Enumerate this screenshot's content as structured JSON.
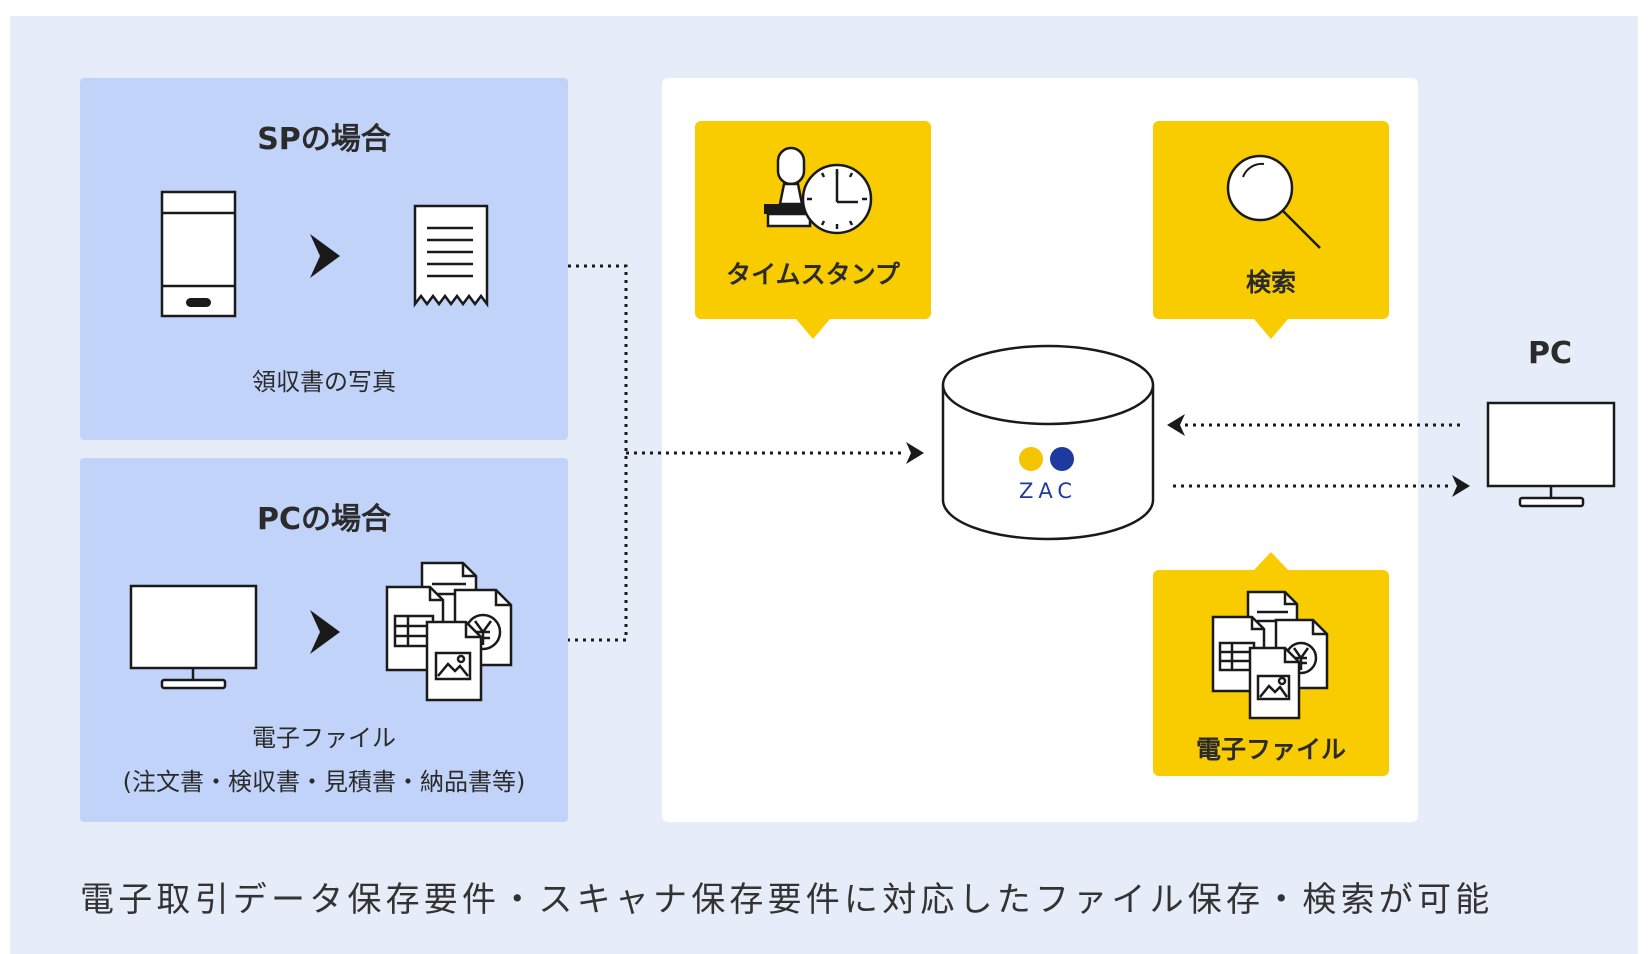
{
  "sp_panel": {
    "title": "SPの場合",
    "caption": "領収書の写真"
  },
  "pc_panel": {
    "title": "PCの場合",
    "caption_line1": "電子ファイル",
    "caption_line2": "(注文書・検収書・見積書・納品書等)"
  },
  "bubbles": {
    "timestamp": "タイムスタンプ",
    "search": "検索",
    "efile": "電子ファイル"
  },
  "database": {
    "logo_text": "ZAC"
  },
  "pc_node": {
    "label": "PC"
  },
  "footer": {
    "text": "電子取引データ保存要件・スキャナ保存要件に対応したファイル保存・検索が可能"
  },
  "colors": {
    "background": "#e6edf8",
    "panel": "#c1d3f9",
    "bubble": "#f9cc00",
    "logo_yellow": "#f5c400",
    "logo_blue": "#1e3a9e"
  },
  "icons": {
    "smartphone": "smartphone-icon",
    "receipt": "receipt-icon",
    "monitor": "monitor-icon",
    "documents": "documents-icon",
    "stamp_clock": "stamp-clock-icon",
    "magnifier": "magnifier-icon",
    "database": "database-icon"
  }
}
